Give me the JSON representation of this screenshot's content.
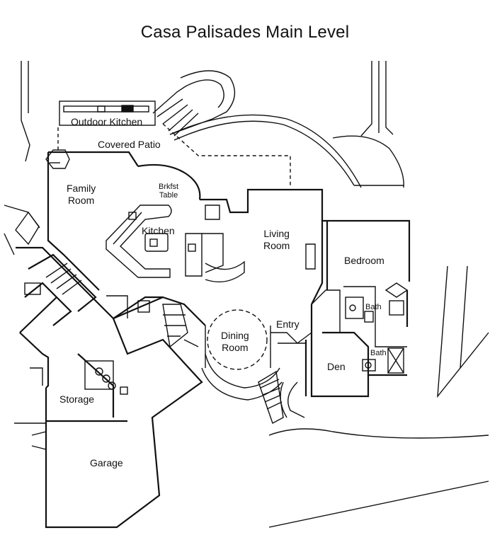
{
  "title": "Casa Palisades Main Level",
  "rooms": {
    "outdoor_kitchen": "Outdoor Kitchen",
    "covered_patio": "Covered Patio",
    "family_room": "Family\nRoom",
    "brkfst_table": "Brkfst\nTable",
    "kitchen": "Kitchen",
    "living_room": "Living\nRoom",
    "bedroom": "Bedroom",
    "bath_upper": "Bath",
    "bath_lower": "Bath",
    "entry": "Entry",
    "dining_room": "Dining\nRoom",
    "den": "Den",
    "storage": "Storage",
    "garage": "Garage"
  },
  "colors": {
    "line": "#111111",
    "background": "#ffffff"
  }
}
